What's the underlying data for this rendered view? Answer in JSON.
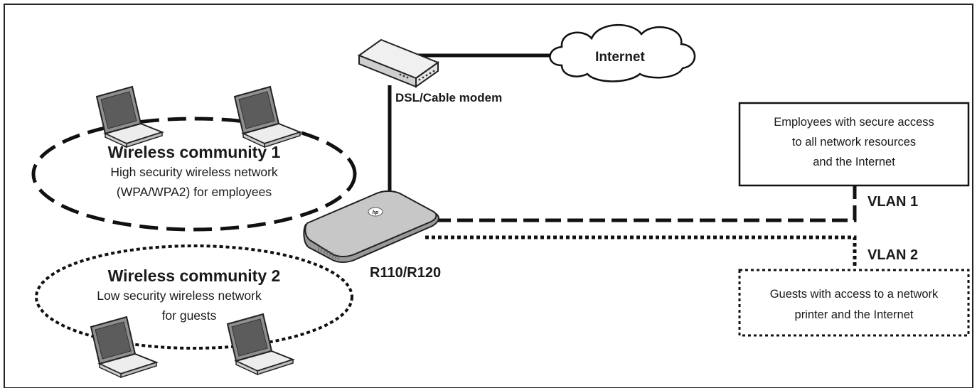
{
  "internet_label": "Internet",
  "modem_label": "DSL/Cable modem",
  "router_label": "R110/R120",
  "router_logo": "hp",
  "community1": {
    "title": "Wireless community 1",
    "line1": "High security wireless network",
    "line2": "(WPA/WPA2) for employees"
  },
  "community2": {
    "title": "Wireless community 2",
    "line1": "Low security wireless network",
    "line2": "for guests"
  },
  "employees_box": {
    "line1": "Employees with secure access",
    "line2": "to all network resources",
    "line3": "and the Internet"
  },
  "guests_box": {
    "line1": "Guests with access to a network",
    "line2": "printer and the Internet"
  },
  "vlan1_label": "VLAN 1",
  "vlan2_label": "VLAN 2",
  "icons": [
    "cloud-icon",
    "modem-icon",
    "router-icon",
    "laptop-icon"
  ]
}
